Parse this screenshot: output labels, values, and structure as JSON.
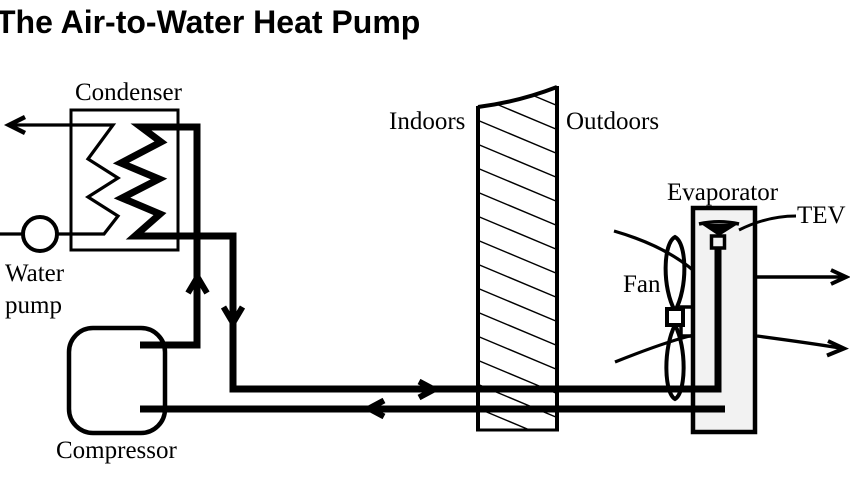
{
  "title": "The Air-to-Water Heat Pump",
  "labels": {
    "condenser": "Condenser",
    "water_pump_line1": "Water",
    "water_pump_line2": "pump",
    "compressor": "Compressor",
    "indoors": "Indoors",
    "outdoors": "Outdoors",
    "fan": "Fan",
    "evaporator": "Evaporator",
    "tev": "TEV"
  },
  "colors": {
    "ink": "#000000",
    "background": "#ffffff",
    "evaporator_fill": "#f2f2f2"
  }
}
